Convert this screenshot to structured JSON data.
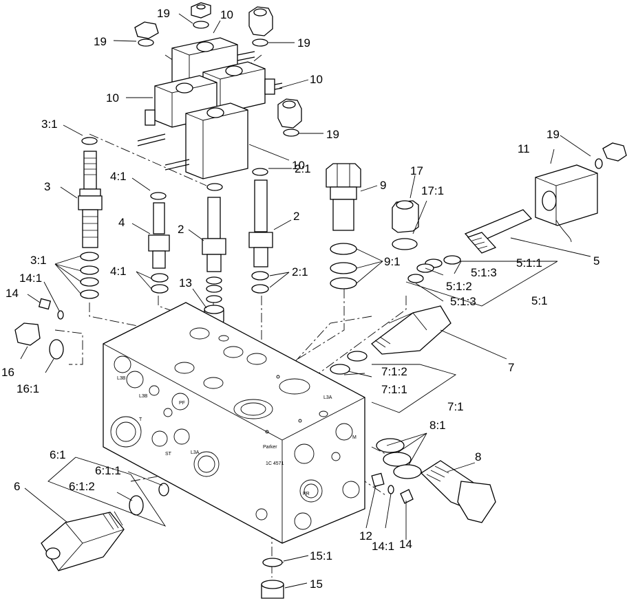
{
  "callouts": {
    "c1": "19",
    "c2": "19",
    "c3": "10",
    "c4": "19",
    "c5": "10",
    "c6": "10",
    "c7": "19",
    "c8": "10",
    "c9": "3:1",
    "c10": "3",
    "c11": "4:1",
    "c12": "4",
    "c13": "2",
    "c14": "2:1",
    "c15": "2",
    "c16": "9",
    "c17": "17",
    "c18": "17:1",
    "c19": "11",
    "c20": "19",
    "c21": "5",
    "c22": "3:1",
    "c23": "14:1",
    "c24": "14",
    "c25": "4:1",
    "c26": "13",
    "c27": "2:1",
    "c28": "9:1",
    "c29": "5:1:1",
    "c30": "5:1:3",
    "c31": "5:1:2",
    "c32": "5:1:3",
    "c33": "5:1",
    "c34": "16",
    "c35": "16:1",
    "c36": "7",
    "c37": "7:1:2",
    "c38": "7:1:1",
    "c39": "7:1",
    "c40": "8:1",
    "c41": "8",
    "c42": "6:1",
    "c43": "6:1:1",
    "c44": "6",
    "c45": "6:1:2",
    "c46": "12",
    "c47": "14:1",
    "c48": "14",
    "c49": "15:1",
    "c50": "15"
  },
  "ports": {
    "l3b_top": "L3B",
    "l3b": "L3B",
    "pf": "PF",
    "t": "T",
    "st": "ST",
    "l3a": "L3A",
    "l3a_side": "L3A",
    "pr": "PR",
    "m": "M",
    "brand": "Parker",
    "model": "1C 4571"
  }
}
